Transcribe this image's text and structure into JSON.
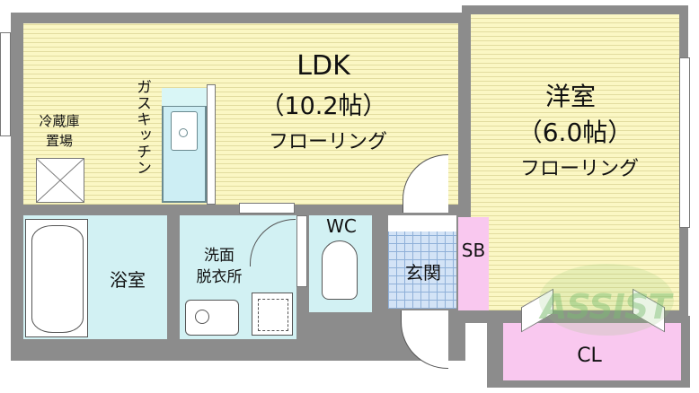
{
  "rooms": {
    "ldk": {
      "name": "LDK",
      "size": "（10.2帖）",
      "floor": "フローリング"
    },
    "western": {
      "name": "洋室",
      "size": "（6.0帖）",
      "floor": "フローリング"
    },
    "bath": {
      "name": "浴室"
    },
    "washroom": {
      "line1": "洗面",
      "line2": "脱衣所"
    },
    "wc": {
      "name": "WC"
    },
    "entrance": {
      "name": "玄関"
    },
    "sb": {
      "name": "SB"
    },
    "closet": {
      "name": "CL"
    },
    "fridge": {
      "line1": "冷蔵庫",
      "line2": "置場"
    },
    "kitchen": {
      "name": "ガスキッチン"
    }
  },
  "watermark": {
    "text": "ASSIST"
  },
  "colors": {
    "flooring": "#fbf7c4",
    "water_area": "#d2f1f3",
    "entrance": "#d3e3f6",
    "storage": "#f9c8ef",
    "wall": "#8c8c8c"
  }
}
